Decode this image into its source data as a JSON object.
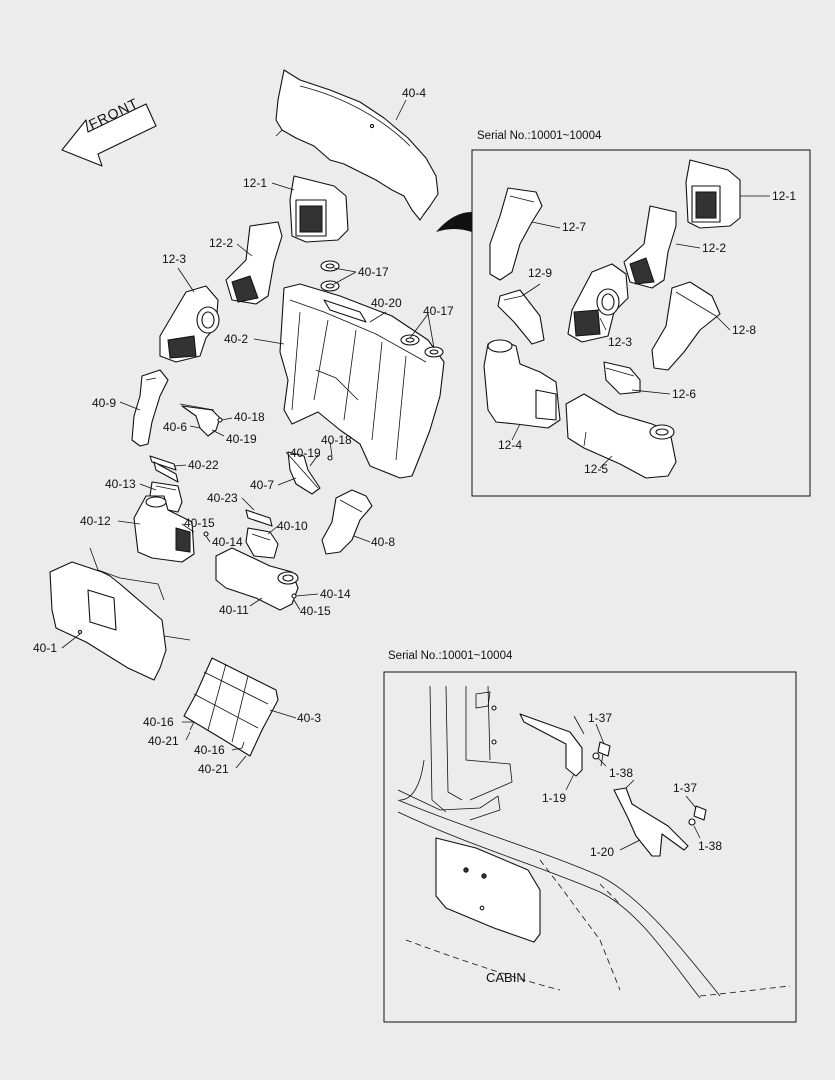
{
  "front_label": "FRONT",
  "panels": {
    "duct_variant": {
      "title": "Serial No.:10001~10004"
    },
    "cabin_variant": {
      "title": "Serial No.:10001~10004",
      "cabin_label": "CABIN"
    }
  },
  "labels": {
    "l40_4": "40-4",
    "l12_1": "12-1",
    "l12_2": "12-2",
    "l12_3": "12-3",
    "l40_17a": "40-17",
    "l40_20": "40-20",
    "l40_17b": "40-17",
    "l40_2": "40-2",
    "l40_9": "40-9",
    "l40_6": "40-6",
    "l40_18a": "40-18",
    "l40_19a": "40-19",
    "l40_18b": "40-18",
    "l40_19b": "40-19",
    "l40_22": "40-22",
    "l40_7": "40-7",
    "l40_13": "40-13",
    "l40_23": "40-23",
    "l40_12": "40-12",
    "l40_15a": "40-15",
    "l40_10": "40-10",
    "l40_14a": "40-14",
    "l40_8": "40-8",
    "l40_14b": "40-14",
    "l40_11": "40-11",
    "l40_15b": "40-15",
    "l40_1": "40-1",
    "l40_3": "40-3",
    "l40_16a": "40-16",
    "l40_21a": "40-21",
    "l40_16b": "40-16",
    "l40_21b": "40-21",
    "r12_1": "12-1",
    "r12_7": "12-7",
    "r12_2": "12-2",
    "r12_9": "12-9",
    "r12_8": "12-8",
    "r12_3": "12-3",
    "r12_6": "12-6",
    "r12_4": "12-4",
    "r12_5": "12-5",
    "c1_37a": "1-37",
    "c1_38a": "1-38",
    "c1_19": "1-19",
    "c1_37b": "1-37",
    "c1_38b": "1-38",
    "c1_20": "1-20"
  }
}
